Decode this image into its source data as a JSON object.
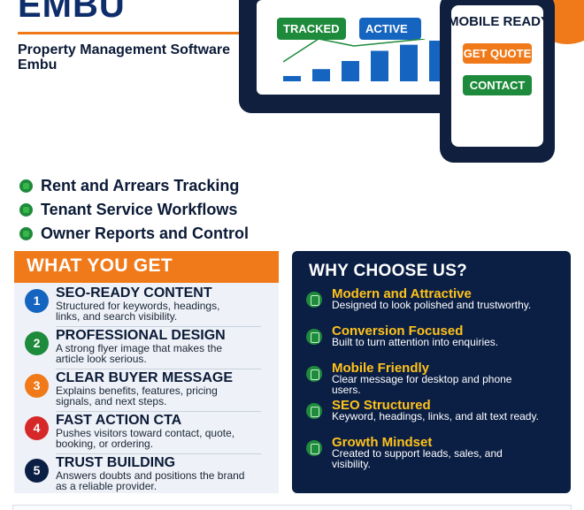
{
  "header": {
    "title": "EMBU",
    "subtitle": "Property Management Software Embu"
  },
  "hero": {
    "tag_tracked": "TRACKED",
    "tag_active": "ACTIVE",
    "phone_heading": "MOBILE READY",
    "quote_button": "GET QUOTE",
    "contact_button": "CONTACT",
    "bar_chart_levels": [
      0.12,
      0.3,
      0.5,
      0.75,
      0.9,
      1.0
    ]
  },
  "features": [
    {
      "label": "Rent and Arrears Tracking",
      "icon": "bullet-icon"
    },
    {
      "label": "Tenant Service Workflows",
      "icon": "bullet-icon"
    },
    {
      "label": "Owner Reports and Control",
      "icon": "bullet-icon"
    }
  ],
  "what_you_get": {
    "heading": "WHAT YOU GET",
    "items": [
      {
        "num": "1",
        "title": "SEO-READY CONTENT",
        "desc": "Structured for keywords, headings, links, and search visibility.",
        "color": "#1565c0"
      },
      {
        "num": "2",
        "title": "PROFESSIONAL DESIGN",
        "desc": "A strong flyer image that makes the article look serious.",
        "color": "#1e8a3b"
      },
      {
        "num": "3",
        "title": "CLEAR BUYER MESSAGE",
        "desc": "Explains benefits, features, pricing signals, and next steps.",
        "color": "#f07a1a"
      },
      {
        "num": "4",
        "title": "FAST ACTION CTA",
        "desc": "Pushes visitors toward contact, quote, booking, or ordering.",
        "color": "#d62828"
      },
      {
        "num": "5",
        "title": "TRUST BUILDING",
        "desc": "Answers doubts and positions the brand as a reliable provider.",
        "color": "#0b1f45"
      }
    ]
  },
  "why_choose": {
    "heading": "WHY CHOOSE US?",
    "items": [
      {
        "title": "Modern and Attractive",
        "desc": "Designed to look polished and trustworthy."
      },
      {
        "title": "Conversion Focused",
        "desc": "Built to turn attention into enquiries."
      },
      {
        "title": "Mobile Friendly",
        "desc": "Clear message for desktop and phone users."
      },
      {
        "title": "SEO Structured",
        "desc": "Keyword, headings, links, and alt text ready."
      },
      {
        "title": "Growth Mindset",
        "desc": "Created to support leads, sales, and visibility."
      }
    ]
  },
  "colors": {
    "navy": "#0b1f45",
    "orange": "#f07a1a",
    "green": "#1e8a3b",
    "blue": "#1565c0",
    "gold": "#ffc21a"
  }
}
